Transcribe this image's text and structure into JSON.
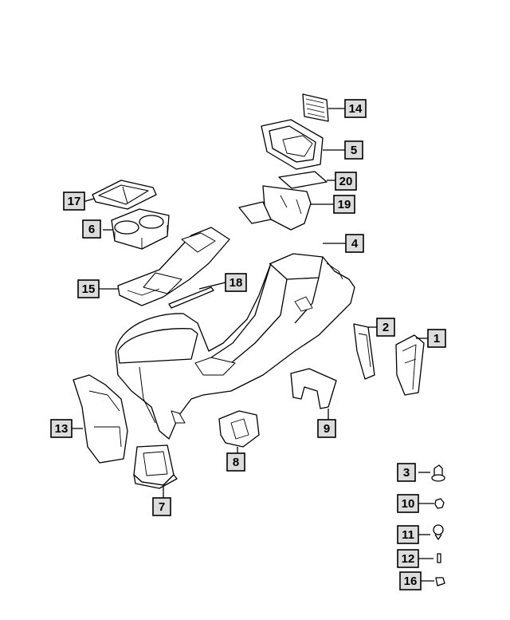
{
  "diagram": {
    "colors": {
      "line": "#000000",
      "fill": "#ffffff",
      "shade": "#dcdcdc"
    },
    "parts": [
      {
        "id": "part-14",
        "label": "14",
        "name": "bin-mat-icon"
      },
      {
        "id": "part-5",
        "label": "5",
        "name": "bezel-icon"
      },
      {
        "id": "part-20",
        "label": "20",
        "name": "pad-icon"
      },
      {
        "id": "part-19",
        "label": "19",
        "name": "bracket-icon"
      },
      {
        "id": "part-17",
        "label": "17",
        "name": "cupholder-trim-icon"
      },
      {
        "id": "part-6",
        "label": "6",
        "name": "cupholder-icon"
      },
      {
        "id": "part-4",
        "label": "4",
        "name": "console-icon"
      },
      {
        "id": "part-15",
        "label": "15",
        "name": "console-top-icon"
      },
      {
        "id": "part-18",
        "label": "18",
        "name": "trim-strip-icon"
      },
      {
        "id": "part-2",
        "label": "2",
        "name": "side-panel-icon"
      },
      {
        "id": "part-1",
        "label": "1",
        "name": "side-cover-icon"
      },
      {
        "id": "part-13",
        "label": "13",
        "name": "rear-cover-icon"
      },
      {
        "id": "part-9",
        "label": "9",
        "name": "mount-bracket-icon"
      },
      {
        "id": "part-8",
        "label": "8",
        "name": "shifter-bracket-icon"
      },
      {
        "id": "part-7",
        "label": "7",
        "name": "base-bracket-icon"
      },
      {
        "id": "part-3",
        "label": "3",
        "name": "screw-icon"
      },
      {
        "id": "part-10",
        "label": "10",
        "name": "nut-icon"
      },
      {
        "id": "part-11",
        "label": "11",
        "name": "bolt-icon"
      },
      {
        "id": "part-12",
        "label": "12",
        "name": "rivet-icon"
      },
      {
        "id": "part-16",
        "label": "16",
        "name": "clip-icon"
      }
    ]
  }
}
